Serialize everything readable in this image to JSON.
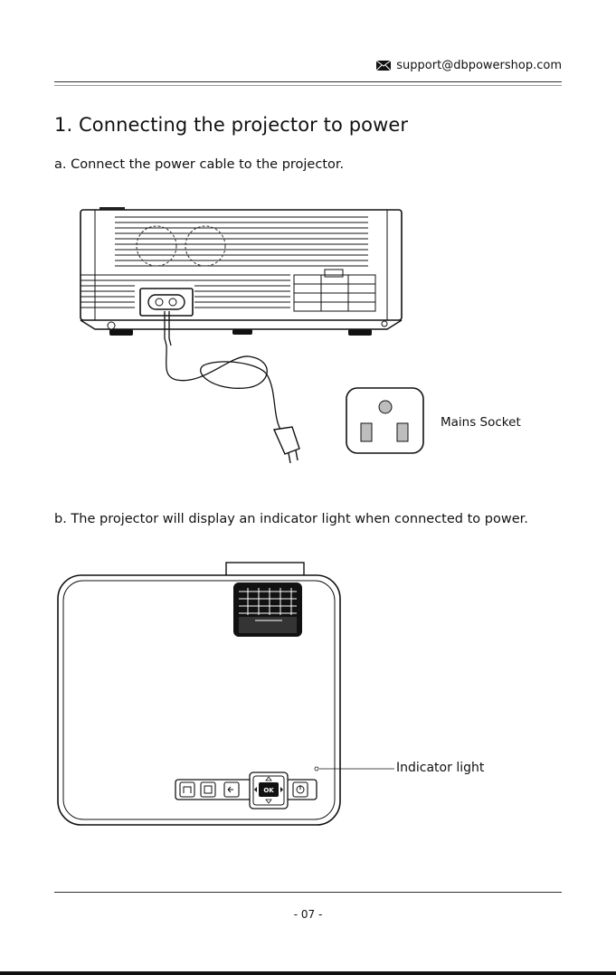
{
  "header": {
    "email": "support@dbpowershop.com",
    "icon": "envelope-icon"
  },
  "section": {
    "title": "1. Connecting the projector to power",
    "step_a": "a. Connect the power cable to the projector.",
    "step_b": "b. The projector will display an indicator light when connected to power."
  },
  "labels": {
    "mains_socket": "Mains Socket",
    "indicator_light": "Indicator light"
  },
  "panel_buttons": {
    "ok": "OK",
    "icons": [
      "home-icon",
      "input-icon",
      "back-icon",
      "up-arrow-icon",
      "left-arrow-icon",
      "right-arrow-icon",
      "down-arrow-icon",
      "power-icon"
    ]
  },
  "footer": {
    "page_number": "- 07 -"
  }
}
